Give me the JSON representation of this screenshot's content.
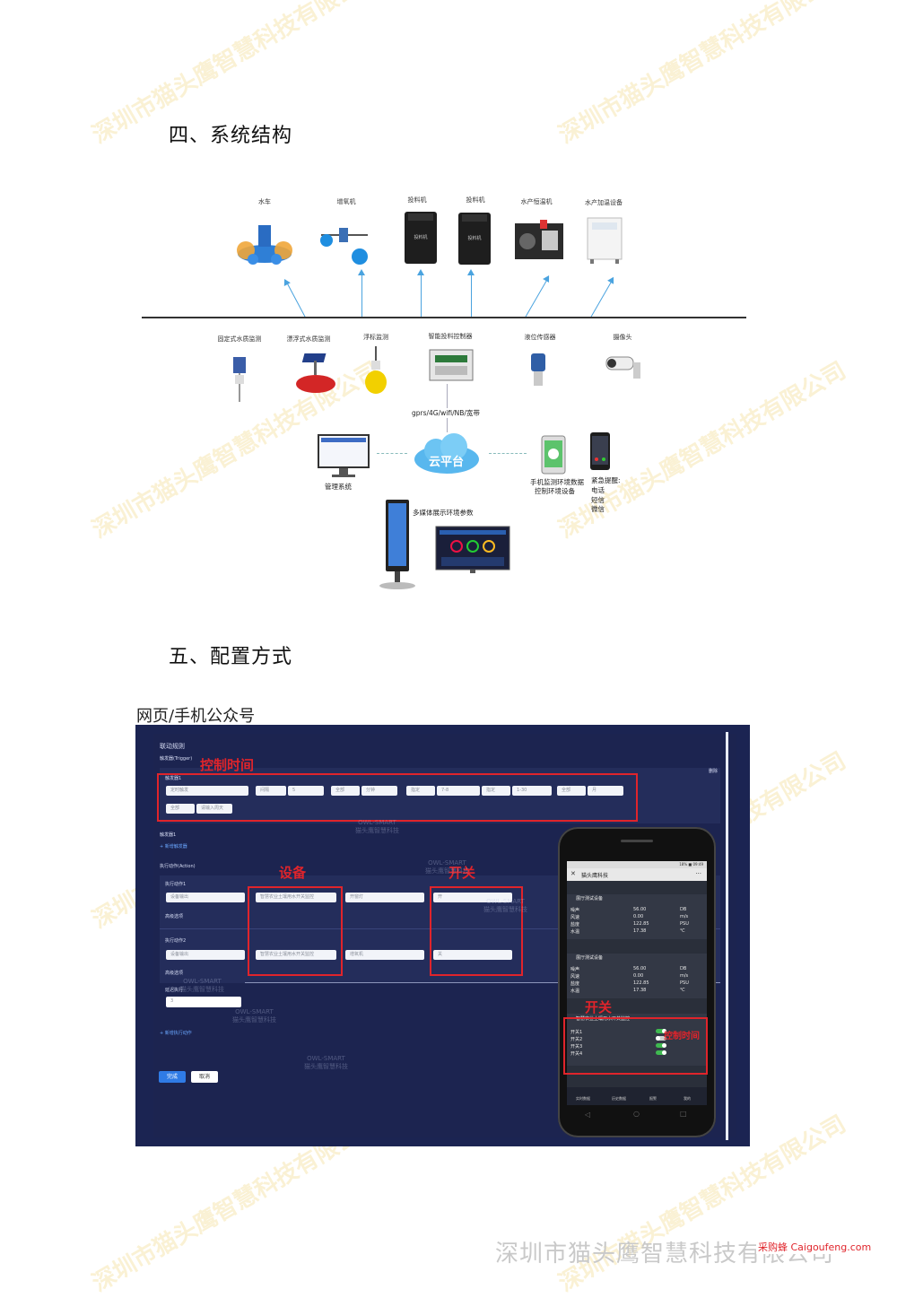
{
  "section4_title": "四、系统结构",
  "section5_title": "五、配置方式",
  "config_caption": "网页/手机公众号",
  "diagram": {
    "top_devices": [
      "水车",
      "增氧机",
      "投料机",
      "投料机",
      "水产恒温机",
      "水产加温设备"
    ],
    "device_text_feeder": "投料机",
    "bottom_devices": [
      "固定式水质监测",
      "漂浮式水质监测",
      "浮标监测",
      "智能投料控制器",
      "液位传感器",
      "摄像头"
    ],
    "network": "gprs/4G/wifi/NB/宽带",
    "cloud": "云平台",
    "management": "管理系统",
    "mobile": [
      "手机监测环境数据",
      "控制环境设备"
    ],
    "alerts": [
      "紧急提醒:",
      "电话",
      "短信",
      "微信"
    ],
    "multimedia": "多媒体展示环境参数"
  },
  "screenshot": {
    "rule_title": "联动规则",
    "trigger_label": "触发器(Trigger)",
    "trigger1": "触发器1",
    "trigger_fields": [
      "定时触发",
      "间隔",
      "5",
      "全部",
      "分钟",
      "指定",
      "7-8",
      "指定",
      "1-30",
      "全部",
      "月"
    ],
    "trigger_fields2": [
      "全部",
      "请输入周天"
    ],
    "trigger_tag": "删除",
    "trigger_group2": "触发器1",
    "add_trigger": "+ 新增触发器",
    "action_label": "执行动作(Action)",
    "action1": "执行动作1",
    "action1_fields": [
      "设备输出",
      "智慧农业土壤用水开关监控",
      "开窗灯",
      "开"
    ],
    "advanced1": "高级选项",
    "action2": "执行动作2",
    "action2_fields": [
      "设备输出",
      "智慧农业土壤用水开关监控",
      "增氧机",
      "关"
    ],
    "advanced2": "高级选项",
    "delay_label": "延迟执行",
    "delay_value": "3",
    "add_action": "+ 新增执行动作",
    "btn_ok": "完成",
    "btn_cancel": "取消",
    "annot_time": "控制时间",
    "annot_device": "设备",
    "annot_switch": "开关",
    "annot_switch2": "开关",
    "annot_time2": "控制时间",
    "owl_brand": "OWL-SMART",
    "owl_company": "猫头鹰智慧科技"
  },
  "phone": {
    "status": "18% ■ 09:49",
    "app_title": "猫头鹰科技",
    "menu": "···",
    "group1_title": "展厅测试设备",
    "group1_rows": [
      [
        "噪声",
        "56.00",
        "DB"
      ],
      [
        "风速",
        "0.00",
        "m/s"
      ],
      [
        "盐度",
        "122.85",
        "PSU"
      ],
      [
        "水温",
        "17.38",
        "℃"
      ]
    ],
    "group2_title": "展厅测试设备",
    "group2_rows": [
      [
        "噪声",
        "56.00",
        "DB"
      ],
      [
        "风速",
        "0.00",
        "m/s"
      ],
      [
        "盐度",
        "122.85",
        "PSU"
      ],
      [
        "水温",
        "17.38",
        "℃"
      ]
    ],
    "group3_title": "智慧农业土壤用水开关监控",
    "switches": [
      {
        "label": "开关1",
        "on": true
      },
      {
        "label": "开关2",
        "on": false
      },
      {
        "label": "开关3",
        "on": true
      },
      {
        "label": "开关4",
        "on": true
      }
    ],
    "tabs": [
      "实时数据",
      "历史数据",
      "报警",
      "我的"
    ]
  },
  "footer_company": "深圳市猫头鹰智慧科技有限公司",
  "footer_site": "采购蜂 Caigoufeng.com",
  "watermark": "深圳市猫头鹰智慧科技有限公司"
}
